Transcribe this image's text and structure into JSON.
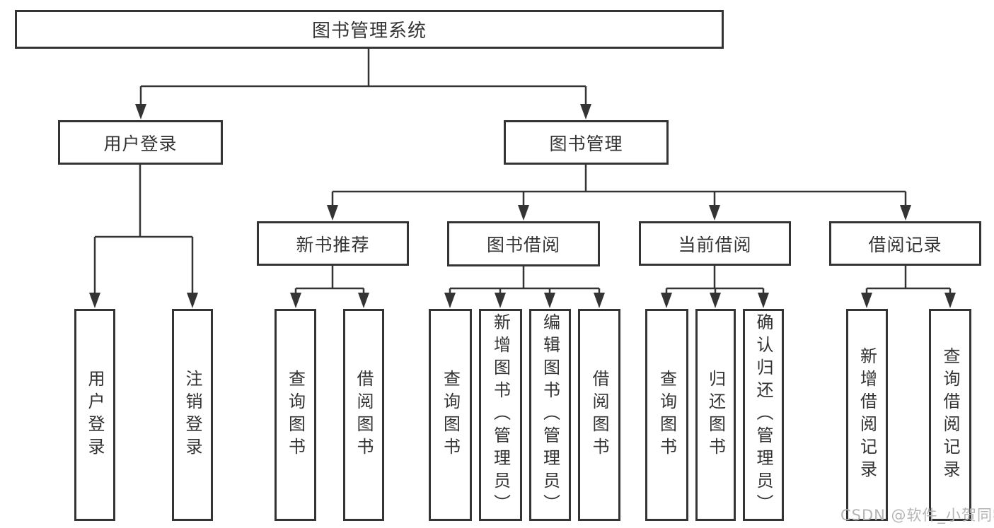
{
  "tree": {
    "label": "图书管理系统",
    "children": [
      {
        "label": "用户登录",
        "children": [
          {
            "label": "用户登录"
          },
          {
            "label": "注销登录"
          }
        ]
      },
      {
        "label": "图书管理",
        "children": [
          {
            "label": "新书推荐",
            "children": [
              {
                "label": "查询图书"
              },
              {
                "label": "借阅图书"
              }
            ]
          },
          {
            "label": "图书借阅",
            "children": [
              {
                "label": "查询图书"
              },
              {
                "label": "新增图书（管理员）"
              },
              {
                "label": "编辑图书（管理员）"
              },
              {
                "label": "借阅图书"
              }
            ]
          },
          {
            "label": "当前借阅",
            "children": [
              {
                "label": "查询图书"
              },
              {
                "label": "归还图书"
              },
              {
                "label": "确认归还（管理员）"
              }
            ]
          },
          {
            "label": "借阅记录",
            "children": [
              {
                "label": "新增借阅记录"
              },
              {
                "label": "查询借阅记录"
              }
            ]
          }
        ]
      }
    ]
  },
  "watermark": {
    "text": "CSDN @软件_小贺同学"
  },
  "colors": {
    "line": "#343434",
    "background": "#ffffff",
    "watermark": "#b4b4b4"
  }
}
